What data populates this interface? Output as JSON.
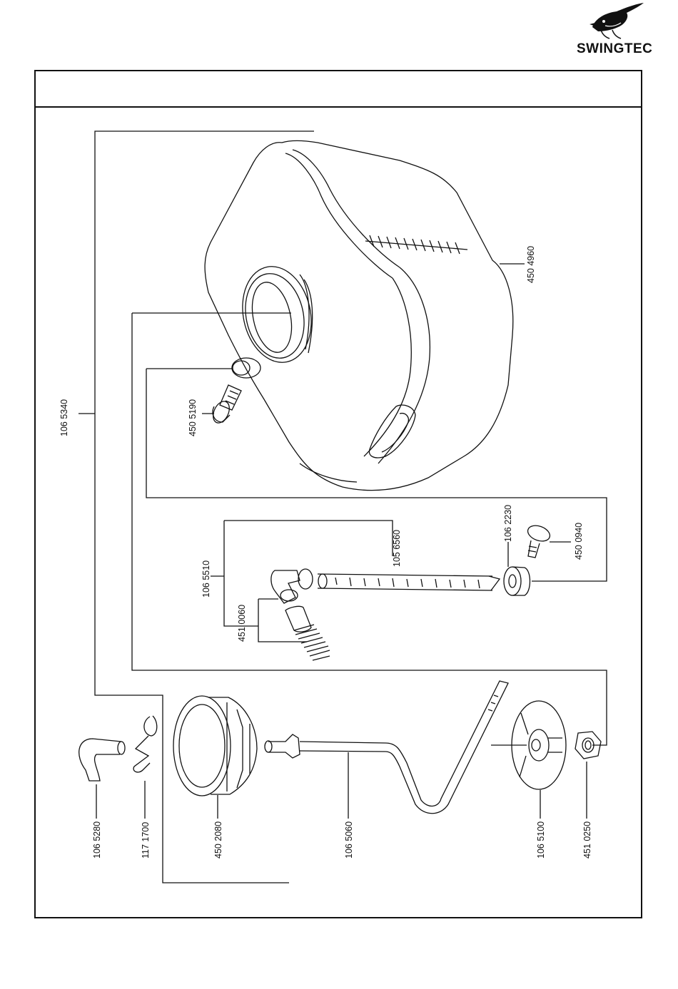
{
  "brand": {
    "name": "SWINGTEC",
    "logo_icon": "bird-logo-icon"
  },
  "page_title": "",
  "parts": [
    {
      "id": "tank",
      "number": "450 4960"
    },
    {
      "id": "assembly",
      "number": "106 5340"
    },
    {
      "id": "drain-plug",
      "number": "450 5190"
    },
    {
      "id": "hose-assembly",
      "number": "106 5510"
    },
    {
      "id": "hose",
      "number": "105 6560"
    },
    {
      "id": "angle-fitting",
      "number": "451 0060"
    },
    {
      "id": "ring",
      "number": "106 2230"
    },
    {
      "id": "knurled-screw",
      "number": "450 0940"
    },
    {
      "id": "hook",
      "number": "106 5280"
    },
    {
      "id": "clip",
      "number": "117 1700"
    },
    {
      "id": "cap-nut",
      "number": "450 2080"
    },
    {
      "id": "suction-pipe",
      "number": "106 5060"
    },
    {
      "id": "filter-disc",
      "number": "106 5100"
    },
    {
      "id": "hex-nut",
      "number": "451 0250"
    }
  ]
}
